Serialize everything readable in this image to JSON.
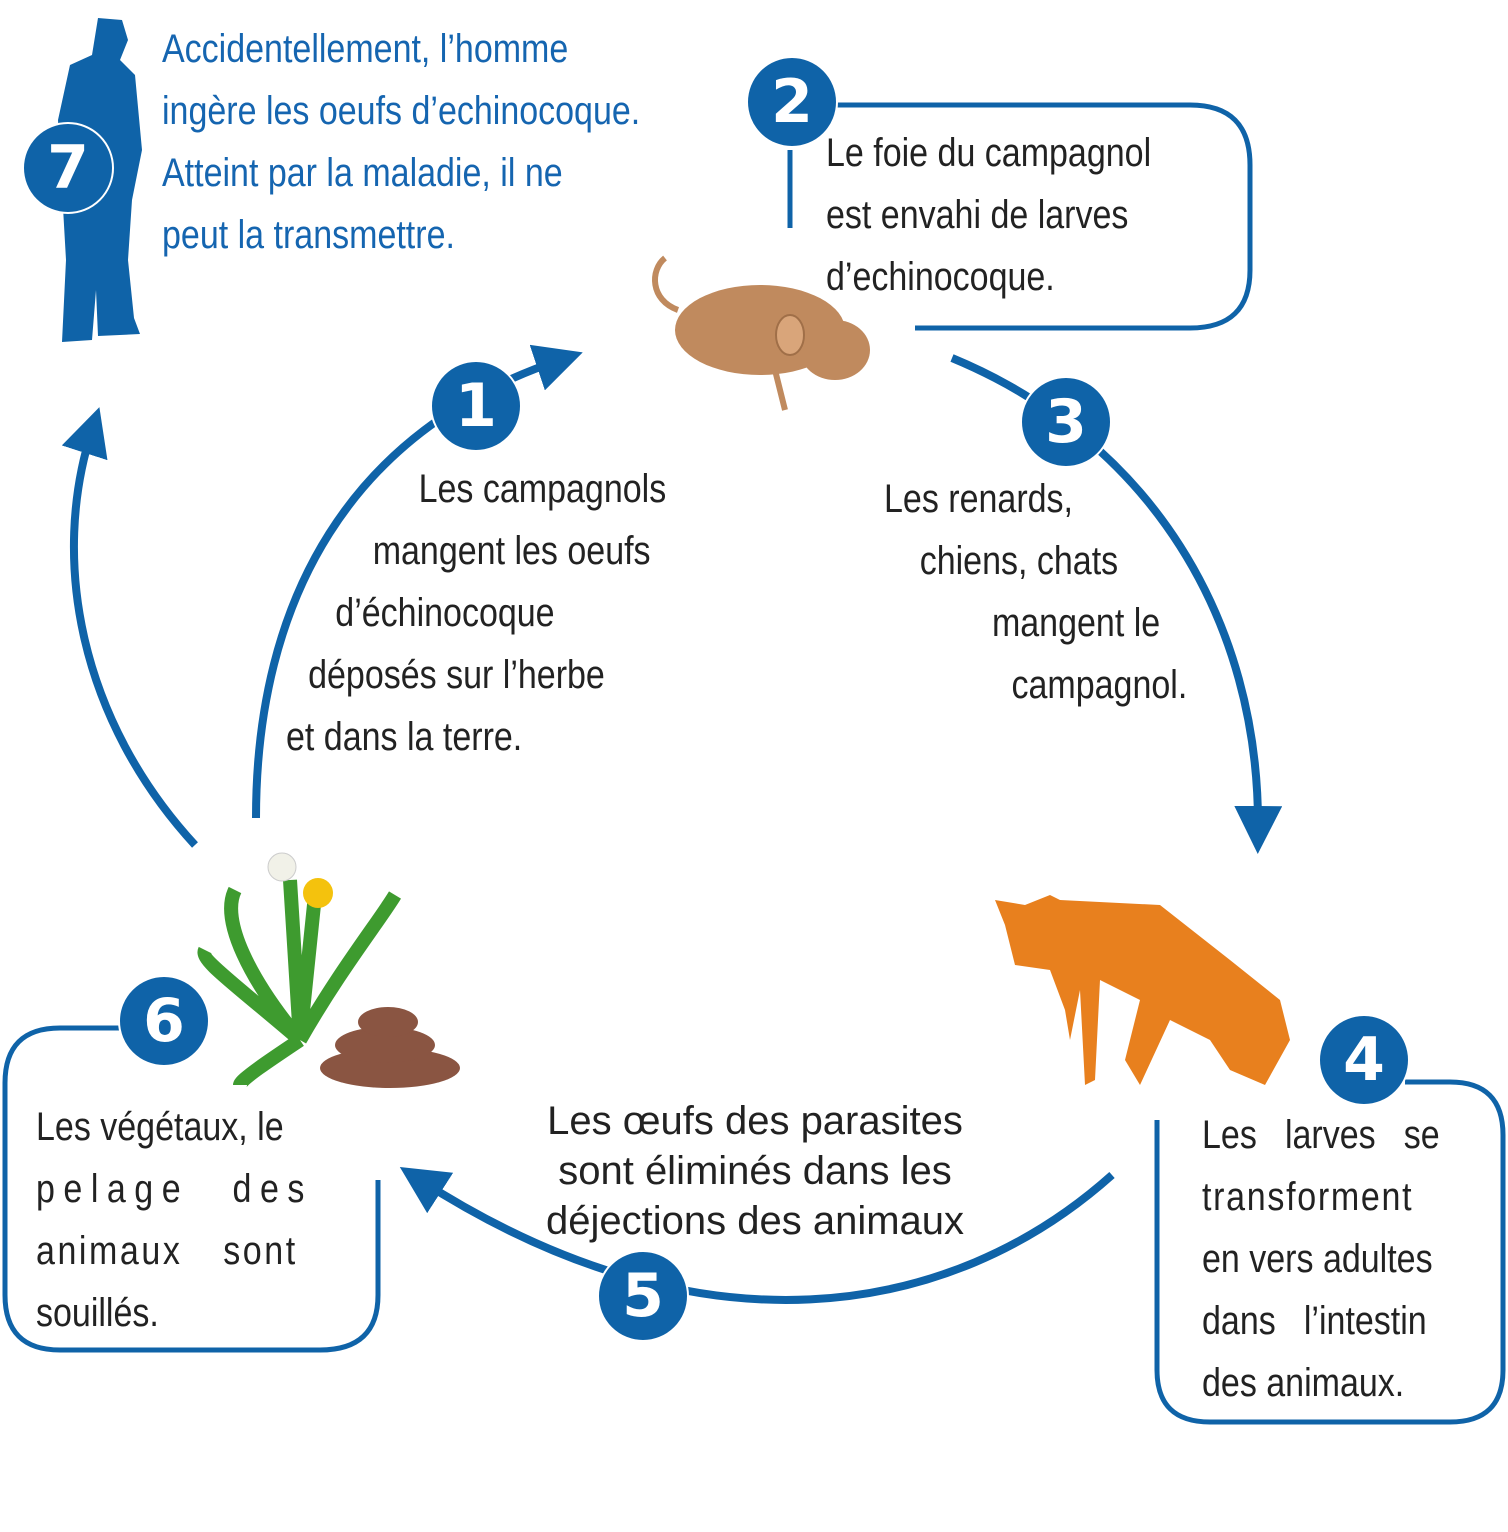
{
  "colors": {
    "accent": "#0f63a8",
    "human_text": "#1565b0",
    "vole": "#c08a5e",
    "fox": "#e8801e",
    "droppings": "#8a5542"
  },
  "steps": [
    {
      "number": "1",
      "lines": [
        "Les campagnols",
        "mangent les oeufs",
        "d’échinocoque",
        "déposés sur l’herbe",
        "et dans la terre."
      ]
    },
    {
      "number": "2",
      "lines": [
        "Le foie du campagnol",
        "est envahi de larves",
        "d’echinocoque."
      ]
    },
    {
      "number": "3",
      "lines": [
        "Les renards,",
        "chiens, chats",
        "mangent le",
        "campagnol."
      ]
    },
    {
      "number": "4",
      "lines": [
        "Les larves se",
        "transforment",
        "en vers adultes",
        "dans l’intestin",
        "des animaux."
      ]
    },
    {
      "number": "5",
      "lines": [
        "Les œufs des parasites",
        "sont éliminés dans les",
        "déjections des animaux"
      ]
    },
    {
      "number": "6",
      "lines": [
        "Les végétaux, le",
        "pelage des",
        "animaux sont",
        "souillés."
      ]
    },
    {
      "number": "7",
      "lines": [
        "Accidentellement, l’homme",
        "ingère les oeufs d’echinocoque.",
        "Atteint par la maladie, il ne",
        "peut la transmettre."
      ]
    }
  ],
  "icons": [
    "human-silhouette-icon",
    "vole-icon",
    "fox-icon",
    "dandelion-icon",
    "droppings-icon"
  ]
}
